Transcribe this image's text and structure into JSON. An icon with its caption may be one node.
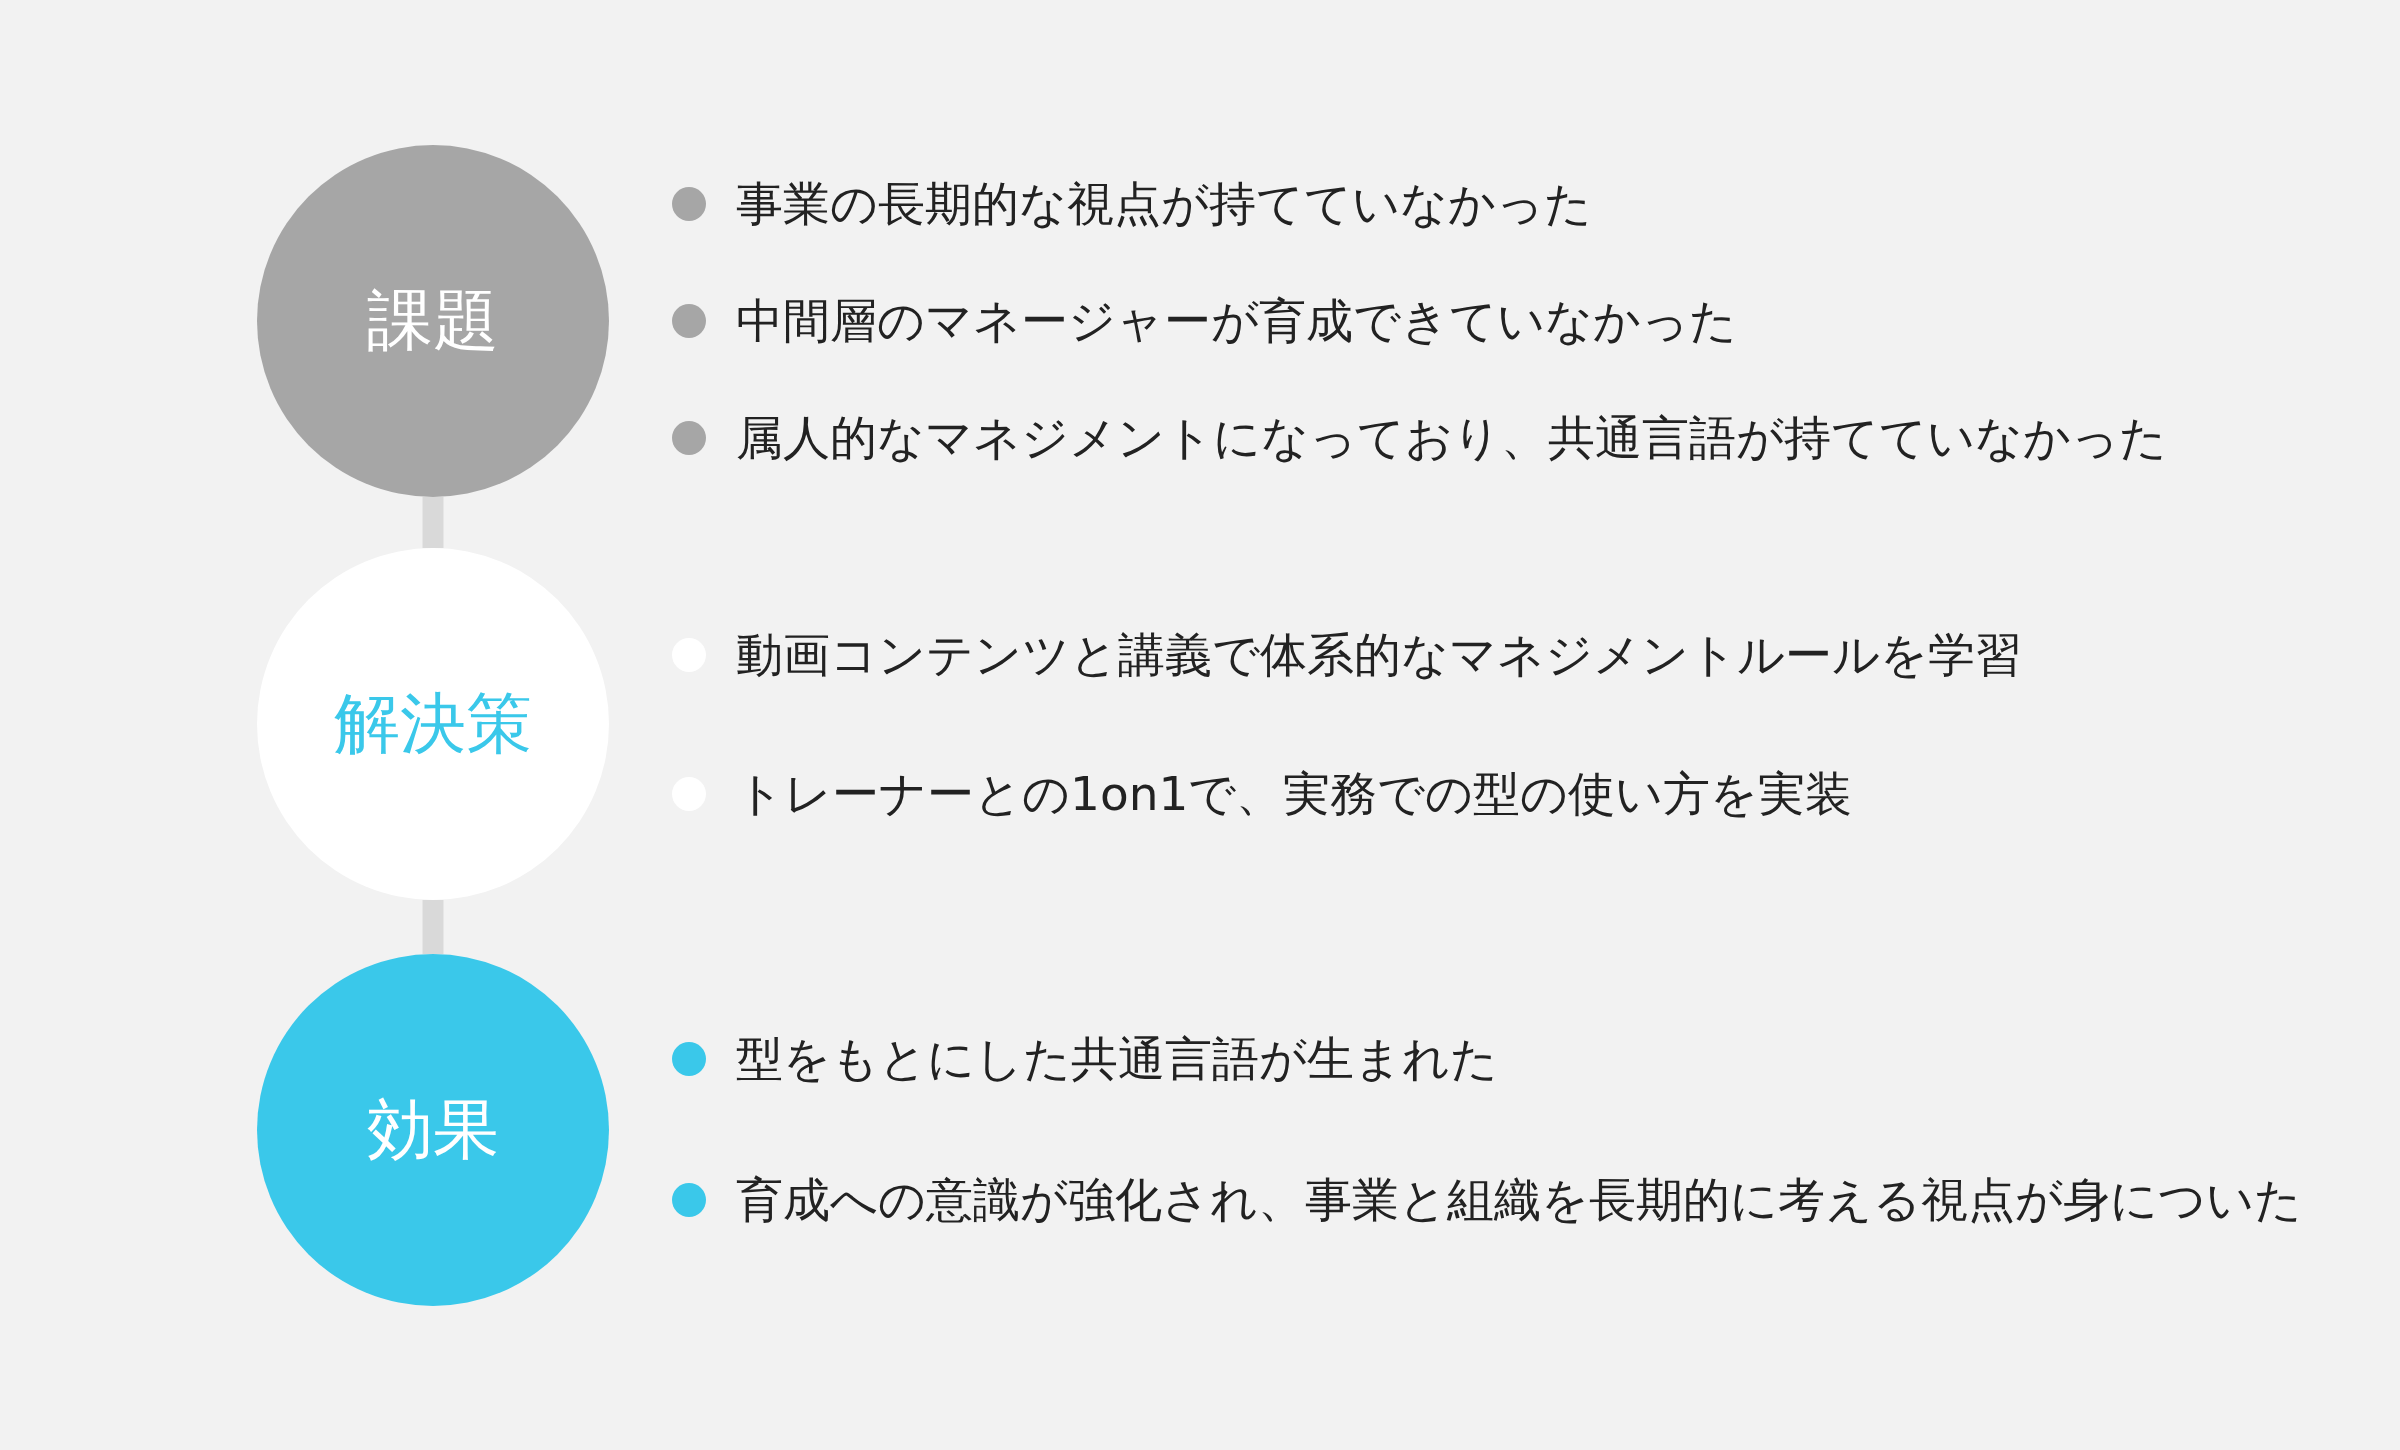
{
  "diagram": {
    "nodes": [
      {
        "text": [
          "課題"
        ],
        "beside": [
          "事業の長期的な視点が持てていなかった",
          "中間層のマネージャーが育成できていなかった",
          "属人的なマネジメントになっており、共通言語が持てていなかった"
        ]
      },
      {
        "text": [
          "解決策"
        ],
        "beside": [
          "動画コンテンツと講義で体系的なマネジメントルールを学習",
          "トレーナーとの1on1で、実務での型の使い方を実装"
        ]
      },
      {
        "text": [
          "効果"
        ],
        "beside": [
          "型をもとにした共通言語が生まれた",
          "育成への意識が強化され、事業と組織を長期的に考える視点が身についた"
        ]
      }
    ],
    "edges": [
      {
        "from": 0,
        "to": 1,
        "arrow": "none"
      },
      {
        "from": 1,
        "to": 2,
        "arrow": "none"
      }
    ]
  }
}
